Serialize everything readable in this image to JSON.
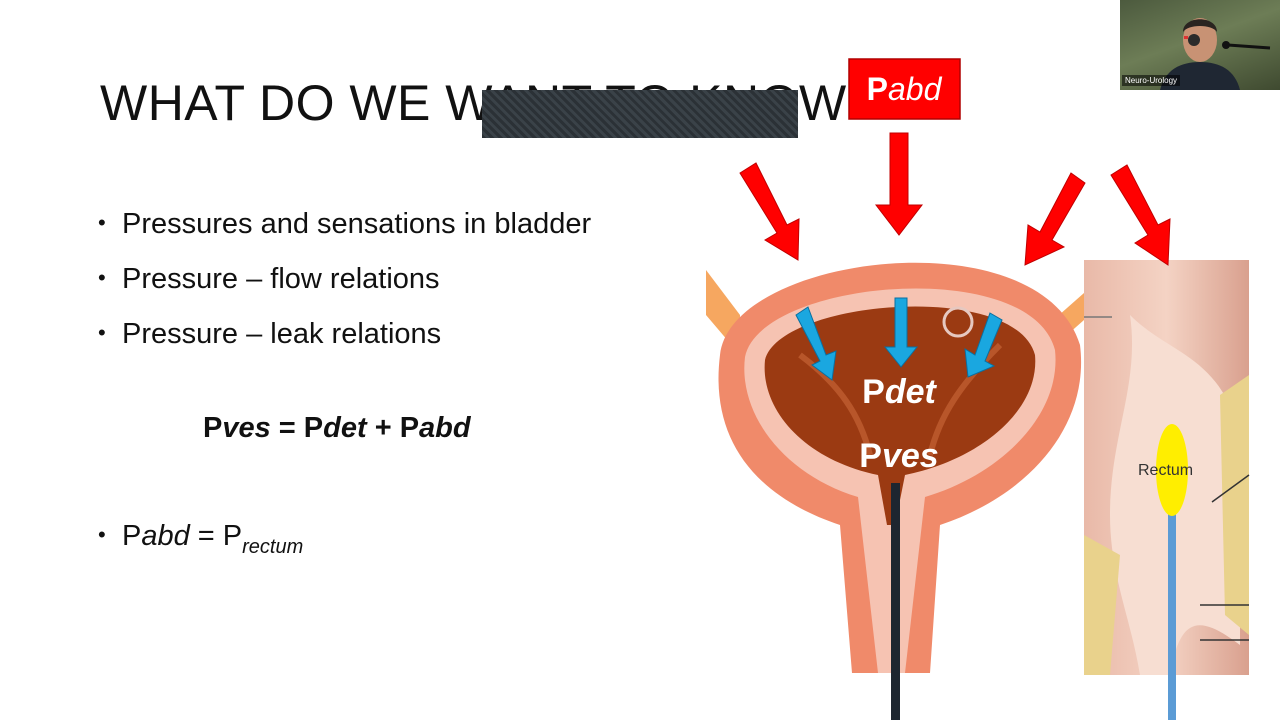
{
  "slide": {
    "title": "WHAT DO WE WANT TO KNOW",
    "bullets": [
      "Pressures and sensations in bladder",
      "Pressure – flow relations",
      "Pressure – leak relations"
    ],
    "equation": {
      "pves_p": "P",
      "pves_var": "ves",
      "eq": " = ",
      "pdet_p": "P",
      "pdet_var": "det",
      "plus": " + ",
      "pabd_p": "P",
      "pabd_var": "abd"
    },
    "pabd_bullet": {
      "p": "P",
      "var": "abd",
      "eq": " = ",
      "p2": "P",
      "sub": "rectum"
    }
  },
  "diagram": {
    "pabd_box": {
      "p": "P",
      "var": "abd"
    },
    "pdet_label": {
      "p": "P",
      "var": "det"
    },
    "pves_label": {
      "p": "P",
      "var": "ves"
    },
    "rectum_label": "Rectum",
    "colors": {
      "red_arrow": "#ff0000",
      "blue_arrow": "#1aa7e0",
      "bladder_wall": "#f08a6a",
      "bladder_lumen": "#9b3a12",
      "balloon": "#ffee00",
      "rectal_catheter": "#5b9bd5",
      "bladder_catheter": "#1d2630"
    }
  },
  "webcam": {
    "label": "Neuro-Urology"
  }
}
